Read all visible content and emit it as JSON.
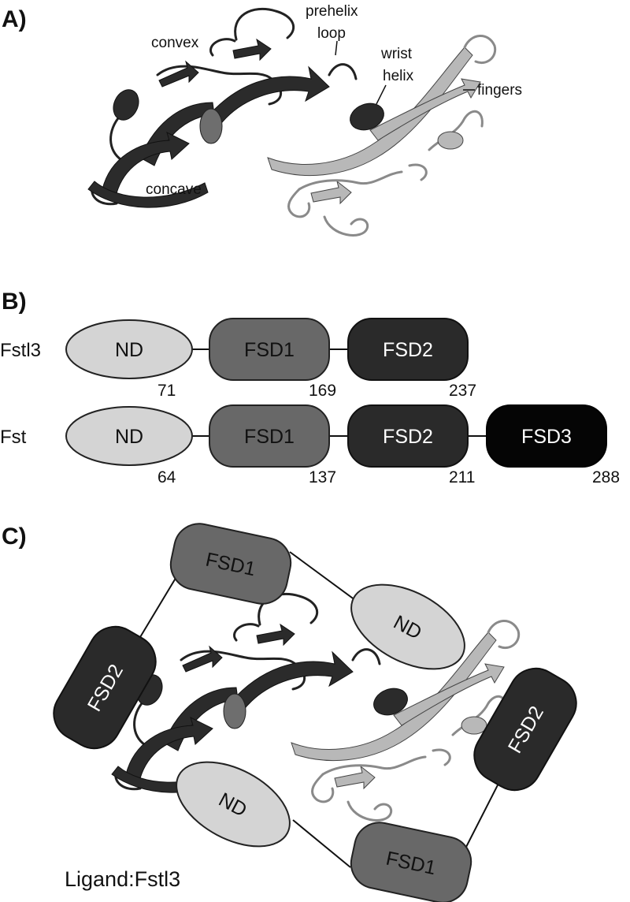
{
  "panels": {
    "a": {
      "label": "A)",
      "annotations": {
        "convex": "convex",
        "prehelix_1": "prehelix",
        "prehelix_2": "loop",
        "wrist_1": "wrist",
        "wrist_2": "helix",
        "fingers": "fingers",
        "concave": "concave"
      }
    },
    "b": {
      "label": "B)",
      "rows": [
        {
          "name": "Fstl3",
          "domains": [
            {
              "label": "ND",
              "end": "71",
              "color": "#d4d4d4",
              "text_color": "#111111"
            },
            {
              "label": "FSD1",
              "end": "169",
              "color": "#686868",
              "text_color": "#111111"
            },
            {
              "label": "FSD2",
              "end": "237",
              "color": "#2a2a2a",
              "text_color": "#ffffff"
            }
          ]
        },
        {
          "name": "Fst",
          "domains": [
            {
              "label": "ND",
              "end": "64",
              "color": "#d4d4d4",
              "text_color": "#111111"
            },
            {
              "label": "FSD1",
              "end": "137",
              "color": "#686868",
              "text_color": "#111111"
            },
            {
              "label": "FSD2",
              "end": "211",
              "color": "#2a2a2a",
              "text_color": "#ffffff"
            },
            {
              "label": "FSD3",
              "end": "288",
              "color": "#050505",
              "text_color": "#ffffff"
            }
          ]
        }
      ]
    },
    "c": {
      "label": "C)",
      "domains": {
        "fsd1_top": "FSD1",
        "nd_top": "ND",
        "fsd2_left": "FSD2",
        "fsd2_right": "FSD2",
        "nd_bottom": "ND",
        "fsd1_bottom": "FSD1"
      },
      "caption": "Ligand:Fstl3"
    }
  }
}
